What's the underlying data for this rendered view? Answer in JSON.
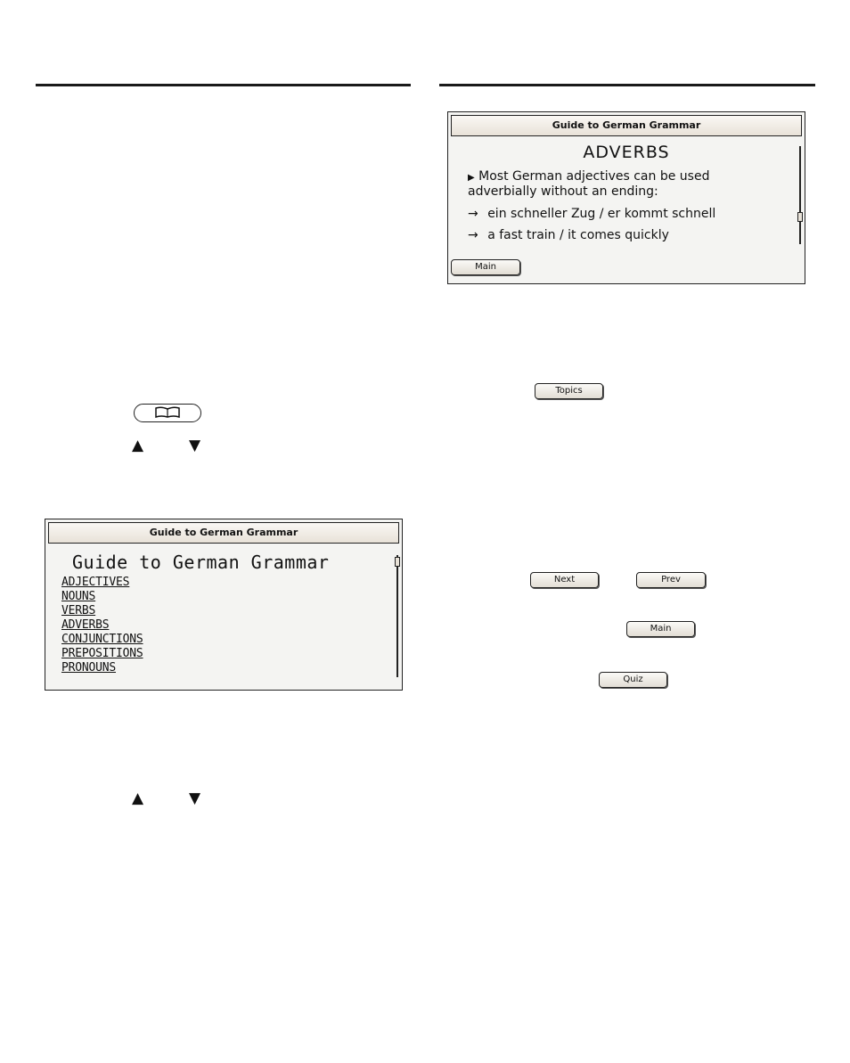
{
  "screen_adverbs": {
    "window_title": "Guide to German Grammar",
    "heading": "ADVERBS",
    "bullet": "▶",
    "line1": "Most German adjectives can be used",
    "line2": "adverbially without an ending:",
    "arrow": "→",
    "example_de": "ein schneller Zug / er kommt schnell",
    "example_en": "a fast train / it comes quickly",
    "main_button": "Main"
  },
  "keys": {
    "topics_button": "Topics",
    "next_button": "Next",
    "prev_button": "Prev",
    "main_button": "Main",
    "quiz_button": "Quiz",
    "up_arrow": "▲",
    "down_arrow": "▼",
    "book_key_icon": "open-book-icon"
  },
  "screen_menu": {
    "window_title": "Guide to German Grammar",
    "heading": "Guide to German Grammar",
    "items": [
      "ADJECTIVES",
      "NOUNS",
      "VERBS",
      "ADVERBS",
      "CONJUNCTIONS",
      "PREPOSITIONS",
      "PRONOUNS"
    ]
  }
}
